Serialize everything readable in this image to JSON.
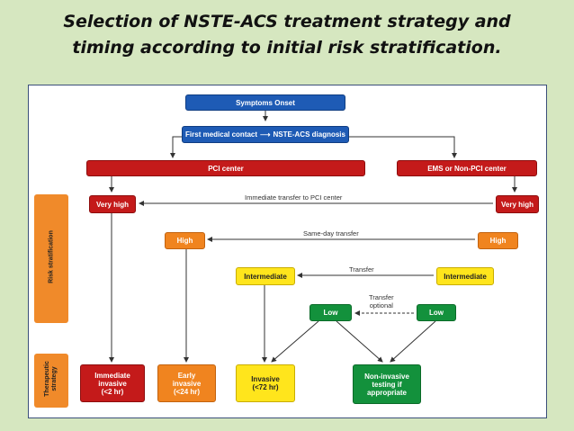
{
  "title": {
    "line1": "Selection of NSTE-ACS treatment strategy and",
    "line2": "timing according to initial risk stratification."
  },
  "flow": {
    "symptoms_onset": "Symptoms Onset",
    "first_contact": "First medical contact",
    "nste_diagnosis": "NSTE-ACS diagnosis",
    "pci_center": "PCI center",
    "ems_non_pci": "EMS or Non-PCI center"
  },
  "risk": {
    "section_label": "Risk stratification",
    "very_high": "Very high",
    "high": "High",
    "intermediate": "Intermediate",
    "low": "Low"
  },
  "transfers": {
    "immediate": "Immediate transfer to PCI center",
    "same_day": "Same-day transfer",
    "transfer": "Transfer",
    "transfer_optional_line1": "Transfer",
    "transfer_optional_line2": "optional"
  },
  "strategy": {
    "section_label_line1": "Therapeutic",
    "section_label_line2": "strategy",
    "immediate": [
      "Immediate",
      "invasive",
      "(<2 hr)"
    ],
    "early": [
      "Early",
      "invasive",
      "(<24 hr)"
    ],
    "invasive": [
      "Invasive",
      "(<72 hr)"
    ],
    "noninvasive": [
      "Non-invasive",
      "testing if",
      "appropriate"
    ]
  },
  "colors": {
    "background": "#d6e7c0",
    "blue": "#1e5bb5",
    "red": "#c41a1a",
    "orange": "#f0841f",
    "yellow": "#ffe51c",
    "green": "#13913c"
  }
}
